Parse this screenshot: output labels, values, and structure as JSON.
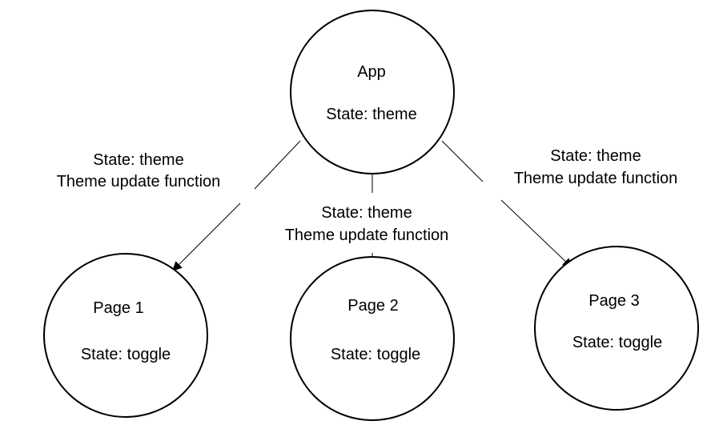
{
  "nodes": {
    "app": {
      "title": "App",
      "state": "State: theme"
    },
    "page1": {
      "title": "Page 1",
      "state": "State: toggle"
    },
    "page2": {
      "title": "Page 2",
      "state": "State: toggle"
    },
    "page3": {
      "title": "Page 3",
      "state": "State: toggle"
    }
  },
  "edges": {
    "left": {
      "line1": "State: theme",
      "line2": "Theme update function"
    },
    "middle": {
      "line1": "State: theme",
      "line2": "Theme update function"
    },
    "right": {
      "line1": "State: theme",
      "line2": "Theme update function"
    }
  },
  "colors": {
    "stroke": "#000000",
    "background": "#ffffff"
  }
}
